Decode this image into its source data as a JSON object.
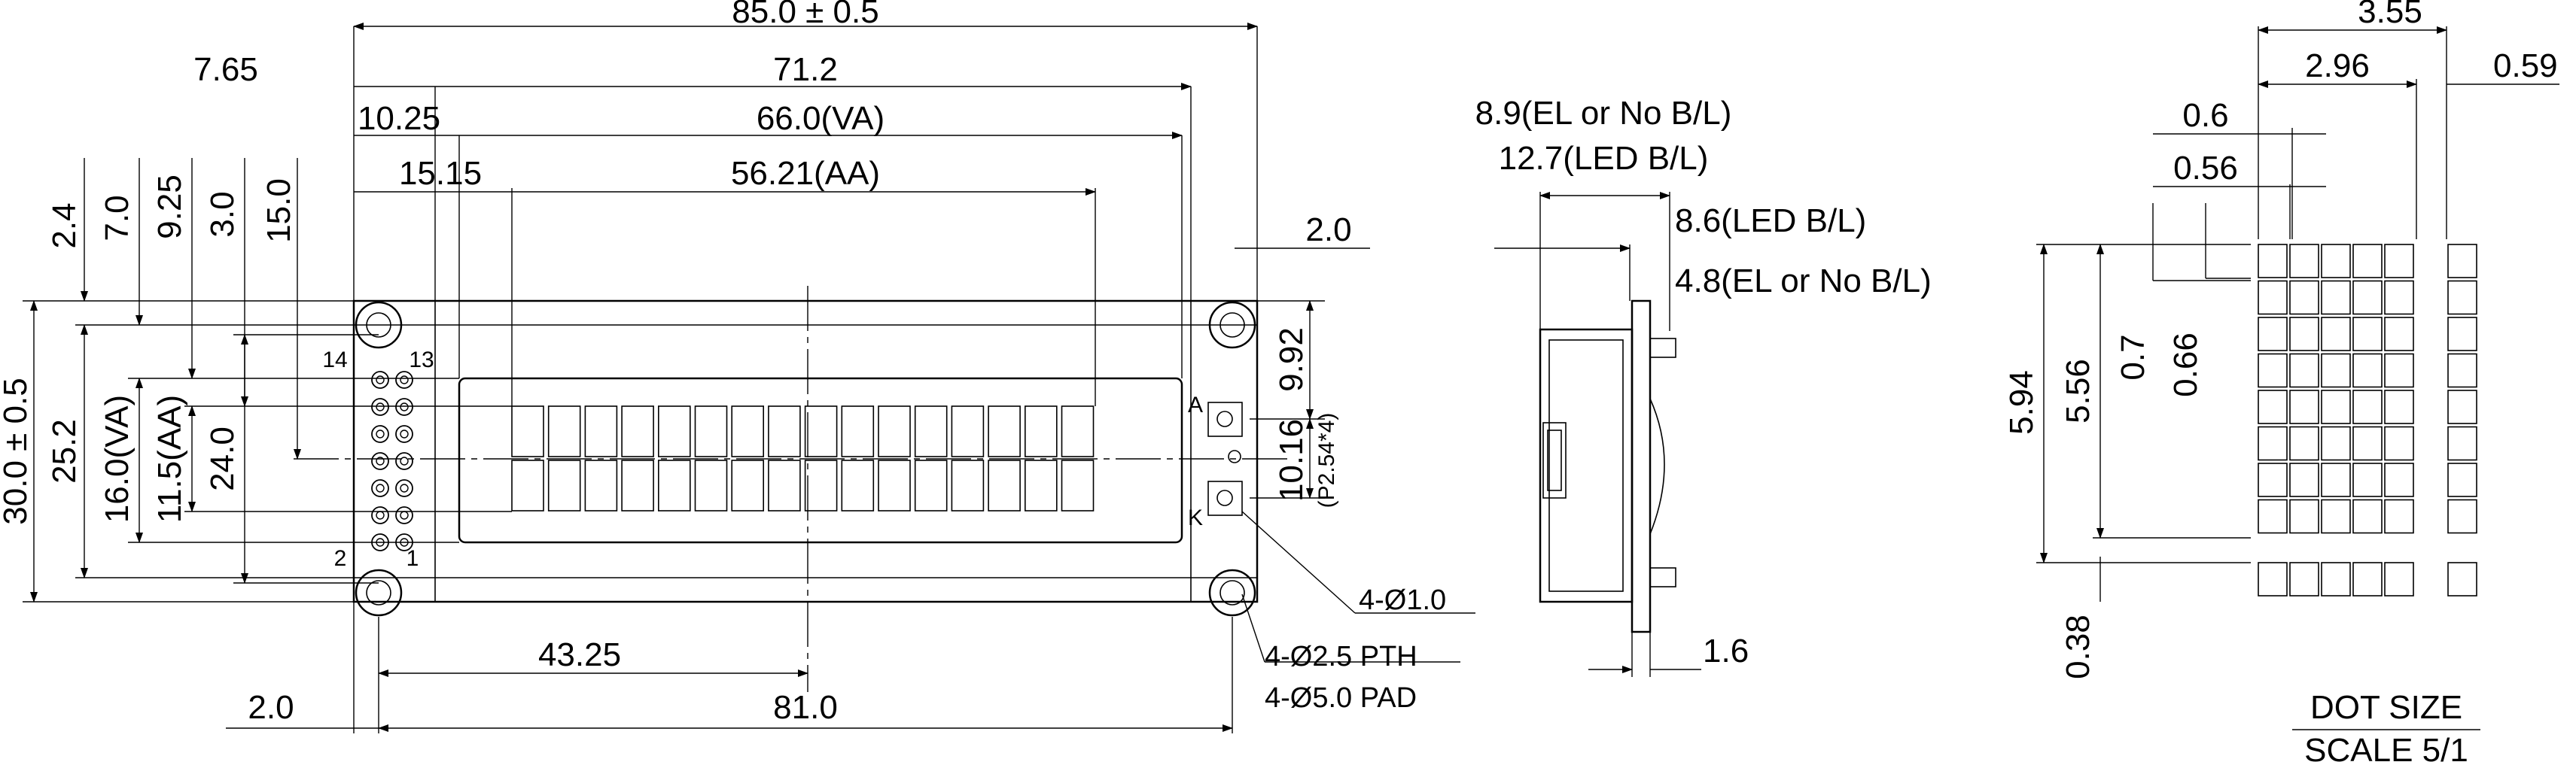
{
  "front_view": {
    "dims_horizontal": [
      "85.0 ± 0.5",
      "71.2",
      "7.65",
      "66.0(VA)",
      "10.25",
      "56.21(AA)",
      "15.15",
      "2.0",
      "43.25",
      "81.0",
      "2.0"
    ],
    "dims_vertical": [
      "30.0 ± 0.5",
      "25.2",
      "16.0(VA)",
      "11.5(AA)",
      "24.0",
      "2.4",
      "7.0",
      "9.25",
      "3.0",
      "15.0",
      "9.92",
      "10.16",
      "(P2.54*4)"
    ],
    "pin_labels": [
      "14",
      "13",
      "2",
      "1"
    ],
    "backlight_labels": [
      "A",
      "K"
    ],
    "hole_notes": [
      "4-Ø1.0",
      "4-Ø2.5 PTH",
      "4-Ø5.0 PAD"
    ]
  },
  "side_view": {
    "dims": [
      "8.9(EL or No B/L)",
      "12.7(LED B/L)",
      "8.6(LED B/L)",
      "4.8(EL or No B/L)",
      "1.6"
    ]
  },
  "dot_detail": {
    "dims": [
      "3.55",
      "2.96",
      "0.59",
      "0.6",
      "0.56",
      "5.94",
      "5.56",
      "0.7",
      "0.66",
      "0.38"
    ],
    "title": "DOT SIZE",
    "scale": "SCALE 5/1"
  }
}
